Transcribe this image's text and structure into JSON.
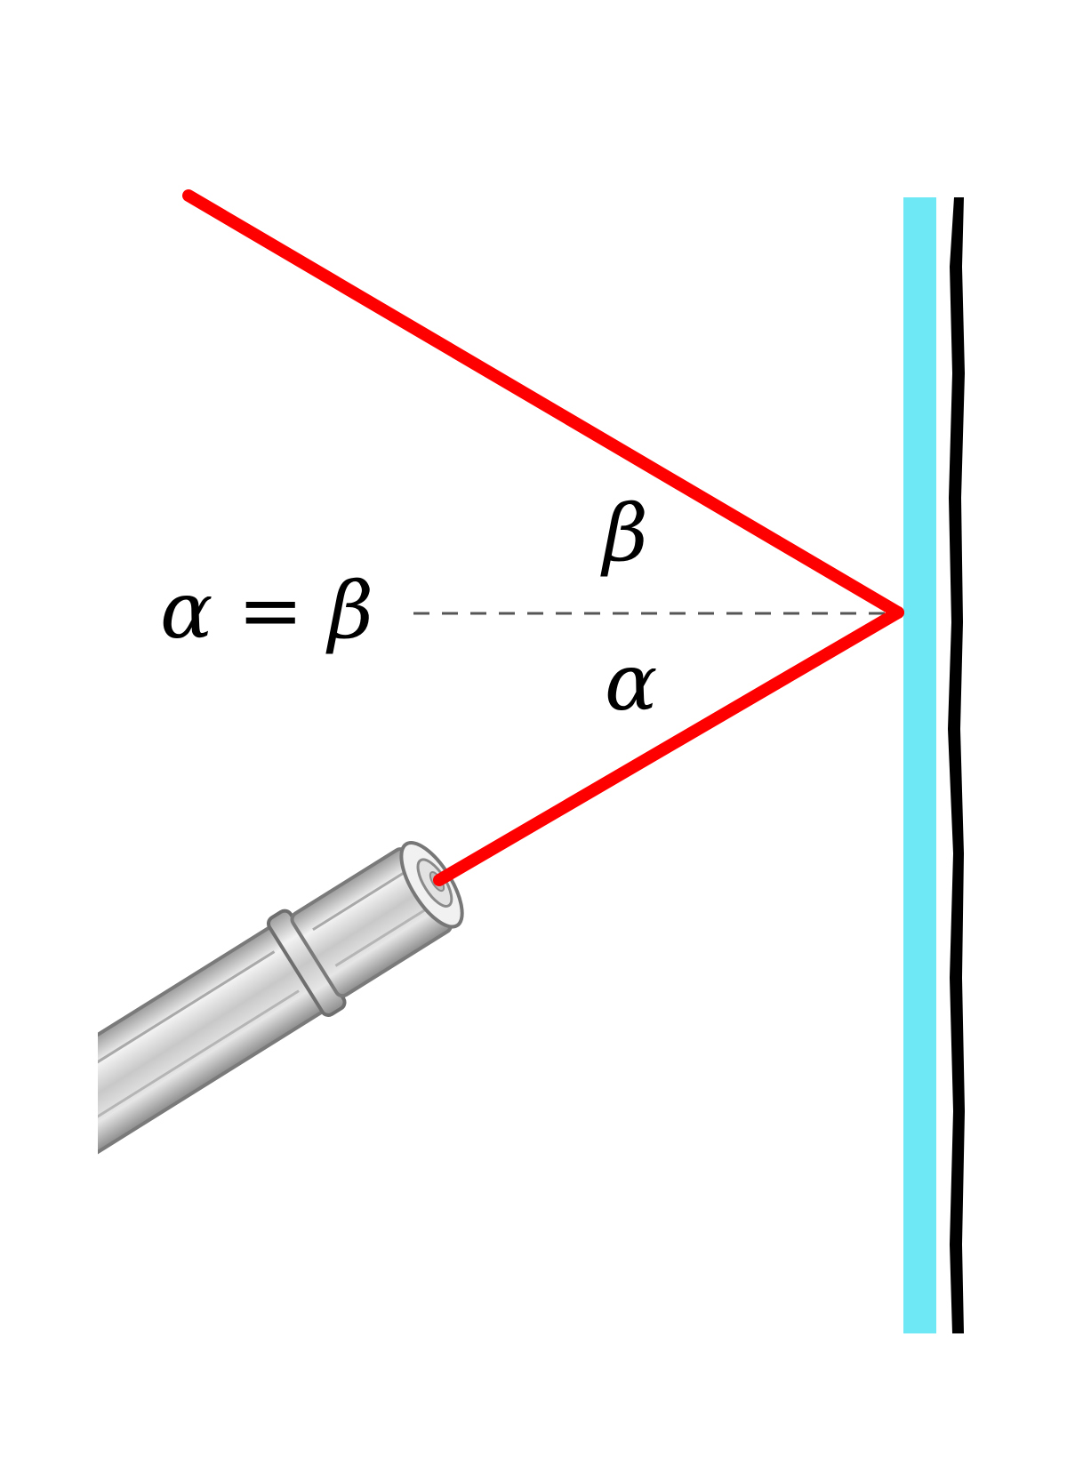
{
  "labels": {
    "equation": "α = β",
    "reflected_angle": "β",
    "incident_angle": "α"
  },
  "colors": {
    "background": "#ffffff",
    "light_ray": "#ff0000",
    "mirror_glass": "#6fe8f6",
    "mirror_backing": "#000000",
    "normal_line": "#555555",
    "laser_body": "#d0d0d0",
    "laser_outline": "#7a7a7a"
  },
  "icons": {
    "laser_pointer": "laser-pointer-icon",
    "mirror": "mirror-icon"
  }
}
